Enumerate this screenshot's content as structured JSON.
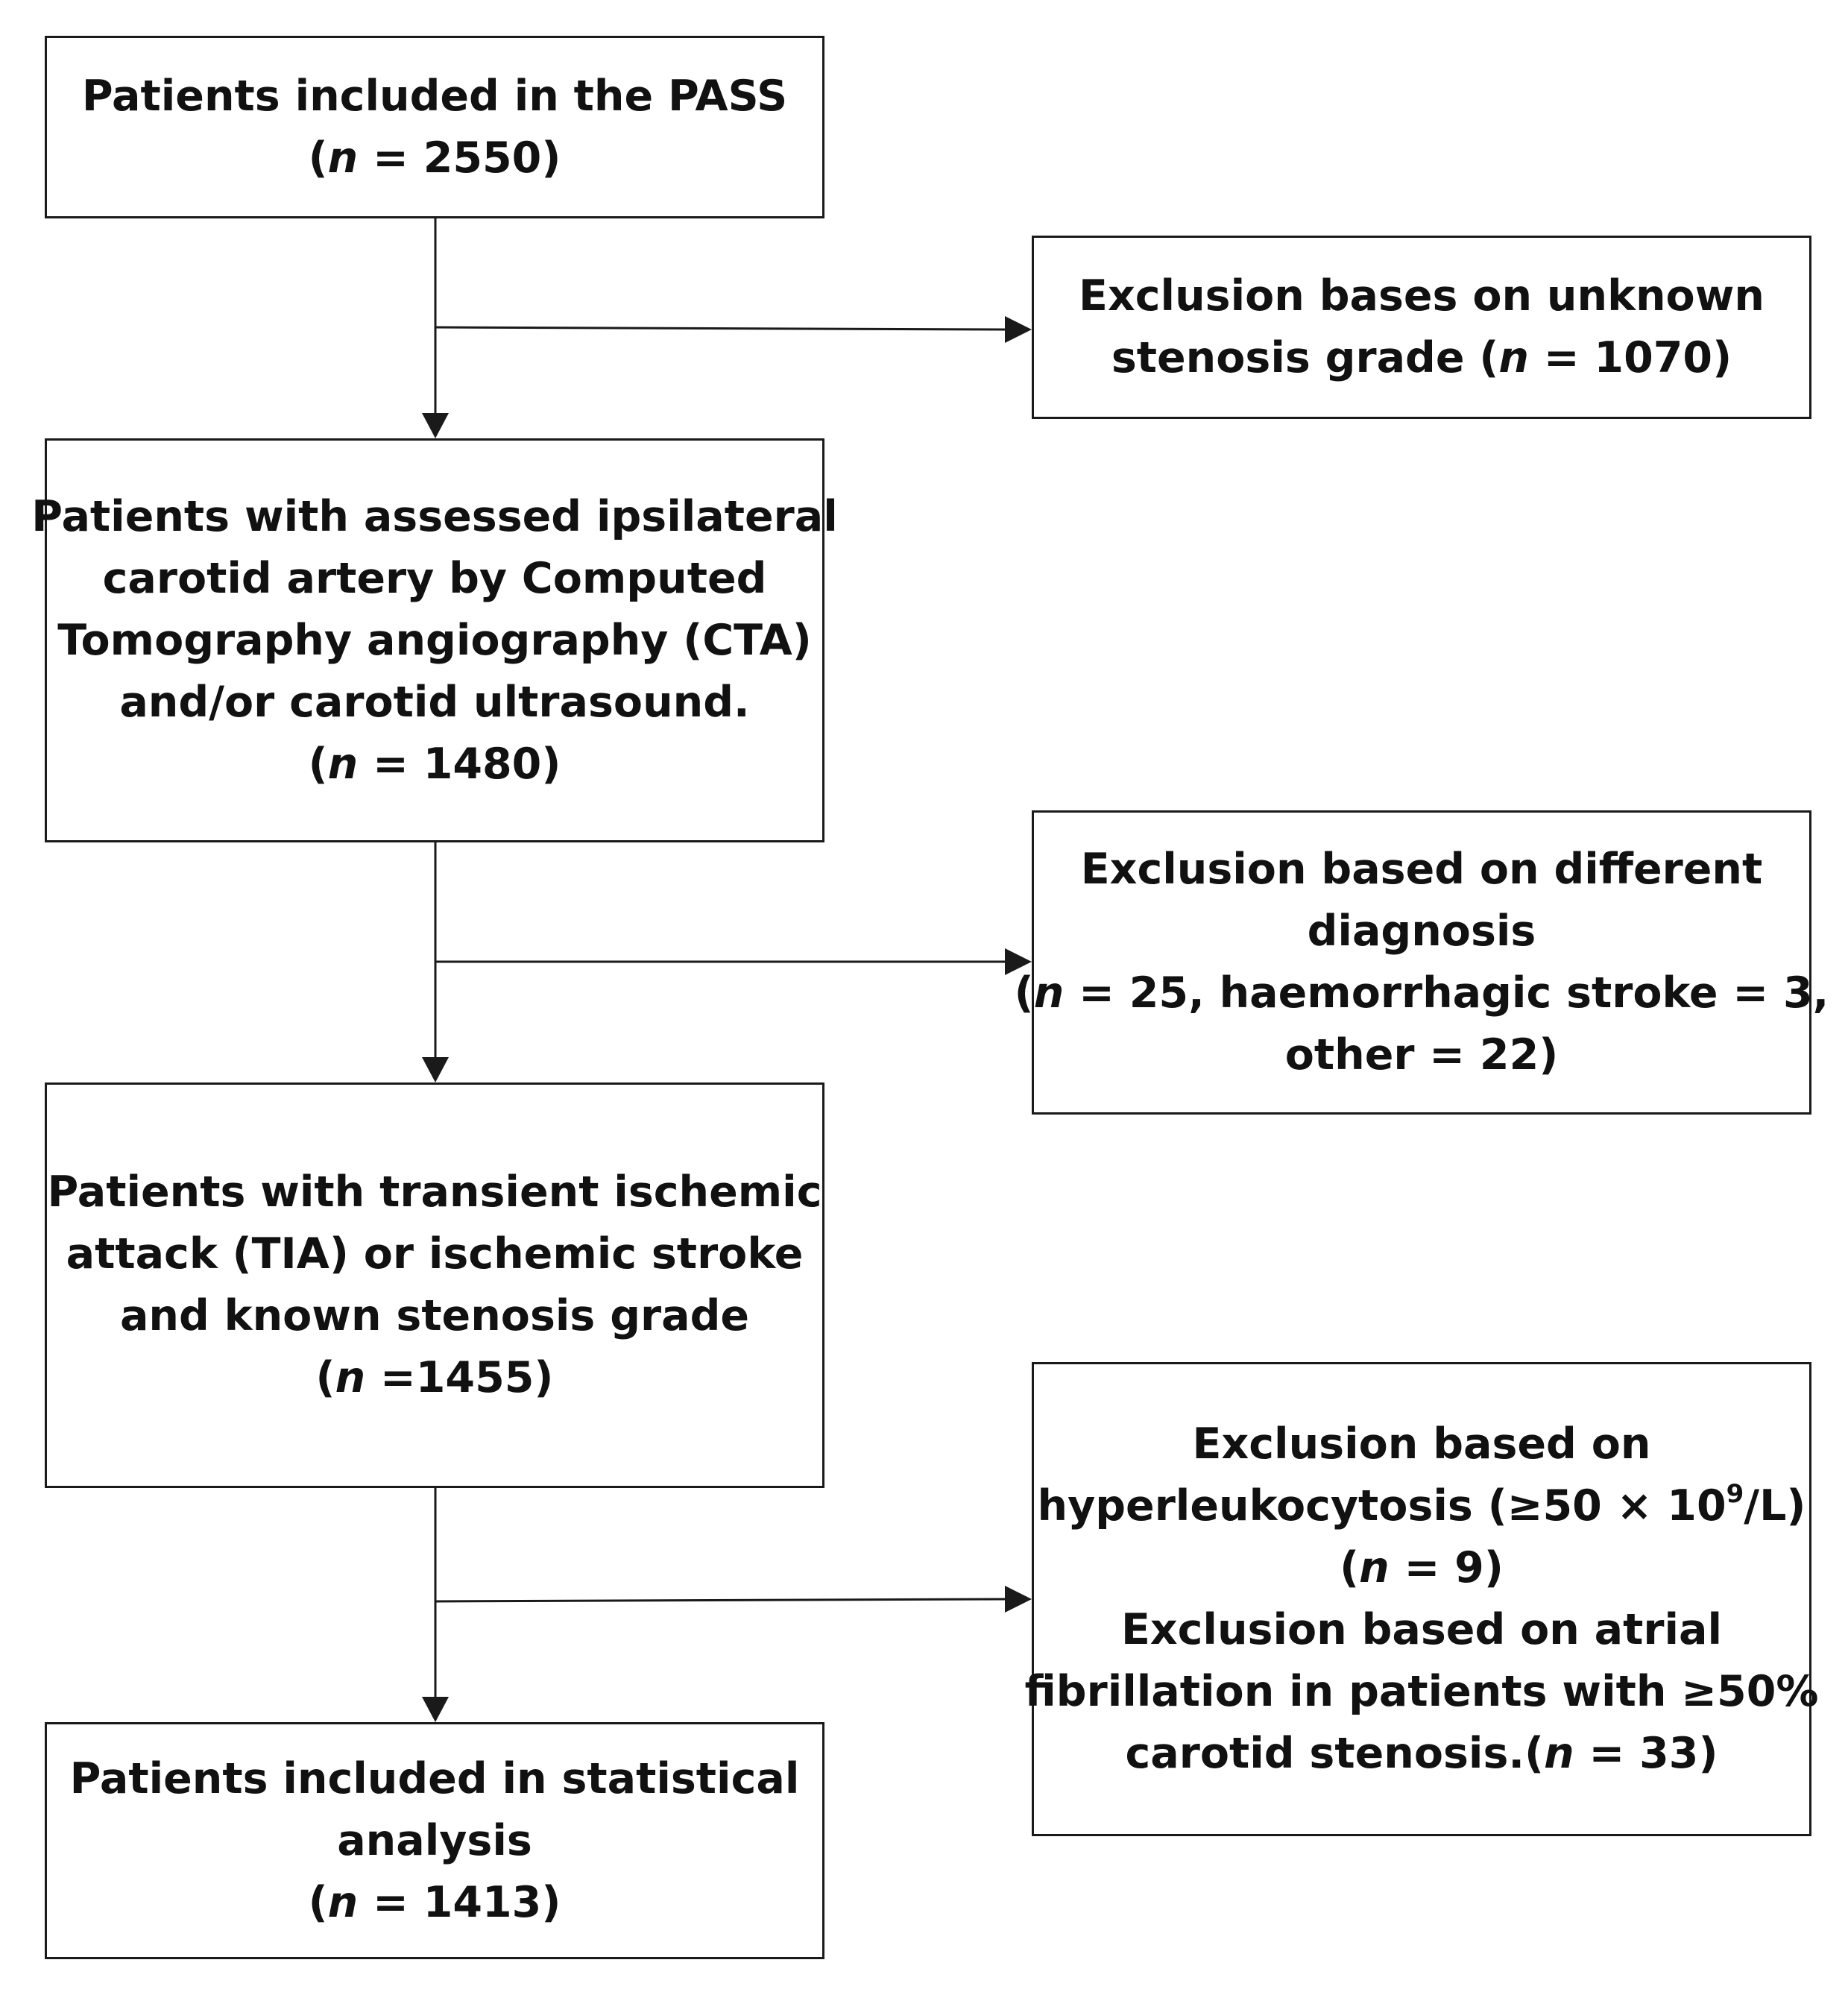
{
  "boxes": {
    "pass": {
      "lines": [
        "Patients included in the PASS",
        "(n = 2550)"
      ]
    },
    "assessed": {
      "lines": [
        "Patients with assessed ipsilateral",
        "carotid artery by Computed",
        "Tomography angiography (CTA)",
        "and/or carotid ultrasound.",
        "(n = 1480)"
      ]
    },
    "tia": {
      "lines": [
        "Patients with transient ischemic",
        "attack (TIA) or ischemic stroke",
        "and known stenosis grade",
        "(n =1455)"
      ]
    },
    "final": {
      "lines": [
        "Patients included in statistical",
        "analysis",
        "(n = 1413)"
      ]
    },
    "excl_unknown": {
      "lines": [
        "Exclusion bases on unknown",
        "stenosis grade (n = 1070)"
      ]
    },
    "excl_diagnosis": {
      "lines": [
        "Exclusion based on different",
        "diagnosis",
        "(n = 25, haemorrhagic stroke = 3,",
        "other = 22)"
      ]
    },
    "excl_hyper": {
      "lines": [
        "Exclusion based on",
        "hyperleukocytosis (≥50 × 10⁹/L)",
        "(n = 9)",
        "Exclusion based on atrial",
        "fibrillation in patients with ≥50%",
        "carotid stenosis.(n = 33)"
      ]
    }
  }
}
